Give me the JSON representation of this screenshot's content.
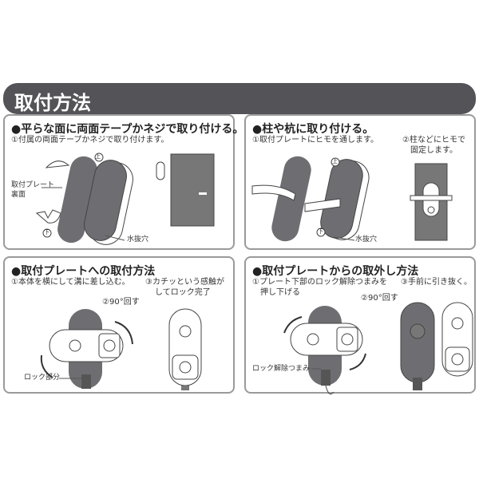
{
  "header": {
    "title": "取付方法"
  },
  "panels": [
    {
      "title": "●平らな面に両面テープかネジで取り付ける。",
      "step1": "①付属の両面テープかネジで取り付けます。",
      "label_plate_back_1": "取付プレート",
      "label_plate_back_2": "裏面",
      "label_drain": "水抜穴",
      "mark_up": "上",
      "mark_down": "下"
    },
    {
      "title": "●柱や杭に取り付ける。",
      "step1": "①取付プレートにヒモを通します。",
      "step2_line1": "②柱などにヒモで",
      "step2_line2": "固定します。",
      "label_drain": "水抜穴",
      "mark_up": "上",
      "mark_down": "下"
    },
    {
      "title": "●取付プレートへの取付方法",
      "step1": "①本体を横にして溝に差し込む。",
      "step2": "②90°回す",
      "step3_line1": "③カチッという感触が",
      "step3_line2": "してロック完了",
      "label_lock": "ロック部分"
    },
    {
      "title": "●取付プレートからの取外し方法",
      "step1_line1": "①プレート下部のロック解除つまみを",
      "step1_line2": "押し下げる",
      "step2": "②90°回す",
      "step3": "③手前に引き抜く。",
      "label_release": "ロック解除つまみ"
    }
  ],
  "colors": {
    "header_bg": "#545458",
    "plate_gray": "#6e6e72",
    "border": "#9a9a9a"
  }
}
